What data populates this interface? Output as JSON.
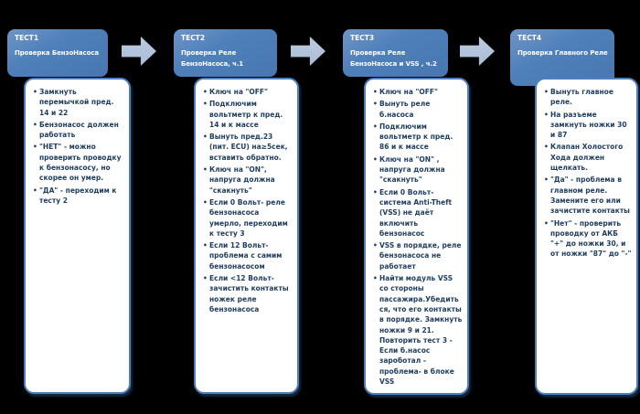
{
  "canvas": {
    "background": "#000000"
  },
  "colors": {
    "header_fill": "#4d7db8",
    "header_text": "#ffffff",
    "box_fill": "#ffffff",
    "box_border": "#4e80bc",
    "body_text": "#203e60",
    "arrow_fill": "#b2c2dc"
  },
  "flow": {
    "steps": [
      {
        "id": "ТЕСТ1",
        "title": "Проверка БензоНасоса",
        "items": [
          "Замкнуть перемычкой  пред. 14 и 22",
          "Бензонасос должен работать",
          "\"НЕТ\" - можно проверить проводку к бензонасосу, но скорее он умер.",
          "\"ДА\" - переходим к тесту 2"
        ]
      },
      {
        "id": "ТЕСТ2",
        "title": "Проверка Реле БензоНасоса, ч.1",
        "items": [
          "Ключ на \"OFF\"",
          "Подключим вольтметр к пред. 14 и к массе",
          "Вынуть пред.23 (пит. ECU) на≥5сек, вставить обратно.",
          "Ключ на \"ON\", напруга должна \"скакнуть\"",
          "Если 0 Вольт- реле бензонасоса умерло, переходим к тесту 3",
          "Если 12 Вольт- проблема с самим бензонасосом",
          "Если <12 Вольт- зачистить контакты ножек реле бензонасоса"
        ]
      },
      {
        "id": "ТЕСТ3",
        "title": "Проверка Реле БензоНасоса и VSS , ч.2",
        "items": [
          "Ключ на \"OFF\"",
          "Вынуть реле б.насоса",
          "Подключим вольтметр к пред. 86 и к массе",
          "Ключ на \"ON\" , напруга должна \"скакнуть\"",
          "Если 0 Вольт- система Anti-Theft (VSS) не даёт включить бензонасос",
          "VSS в порядке, реле бензонасоса не работает",
          "Найти модуль VSS со стороны пассажира.Убедиться, что его контакты в порядке. Замкнуть ножки 9 и 21. Повторить тест 3 - Если  б.насос зароботал - проблема- в блоке VSS"
        ]
      },
      {
        "id": "ТЕСТ4",
        "title": "Проверка Главного Реле",
        "items": [
          "Вынуть главное реле.",
          "На разъеме замкнуть  ножки 30 и 87",
          "Клапан Холостого Хода должен щелкать.",
          "\"Да\" - проблема в главном реле. Замените его или зачистите контакты",
          "\"Нет\" - проверить проводку от АКБ \"+\" до ножки 30, и от ножки \"87\" до \"-\""
        ]
      }
    ]
  }
}
